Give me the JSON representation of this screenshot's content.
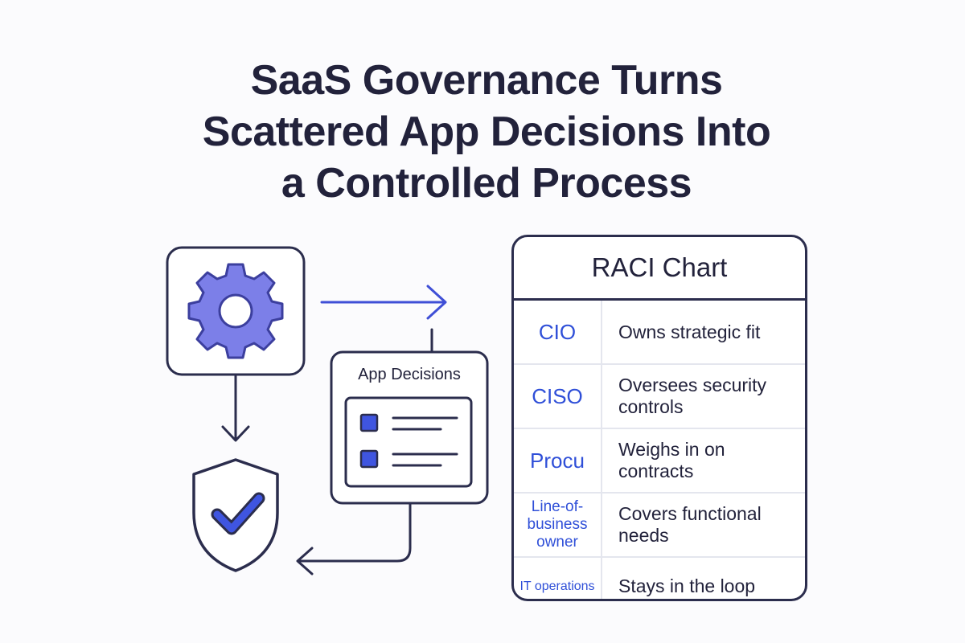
{
  "title": {
    "line1": "SaaS Governance Turns",
    "line2": "Scattered App Decisions Into",
    "line3": "a Controlled Process"
  },
  "nodes": {
    "settings": {
      "icon": "gear-icon"
    },
    "security": {
      "icon": "shield-check-icon"
    },
    "app_decisions": {
      "label": "App Decisions",
      "icon": "checklist-icon"
    }
  },
  "raci": {
    "title": "RACI Chart",
    "rows": [
      {
        "role": "CIO",
        "description": "Owns strategic fit"
      },
      {
        "role": "CISO",
        "description": "Oversees security controls"
      },
      {
        "role": "Procu",
        "description": "Weighs in on contracts"
      },
      {
        "role": "Line-of-business owner",
        "description": "Covers functional needs"
      },
      {
        "role": "IT operations",
        "description": "Stays in the loop"
      }
    ]
  },
  "colors": {
    "ink": "#2b2d4d",
    "accent": "#3f4fd6",
    "gear": "#7c7fe8",
    "role_text": "#2f4fd8"
  }
}
